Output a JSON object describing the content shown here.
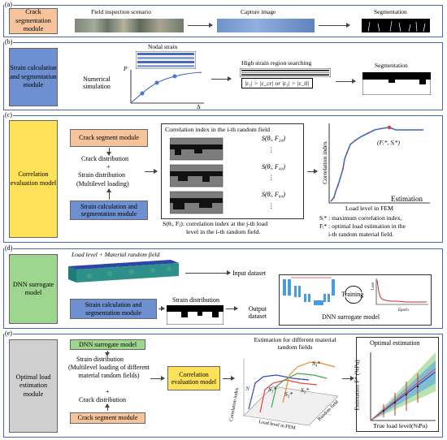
{
  "panels": {
    "a": {
      "label": "(a)",
      "module": "Crack segmentation module",
      "stages": [
        "Field inspection scenario",
        "Capture image",
        "Segmentation"
      ]
    },
    "b": {
      "label": "(b)",
      "module": "Strain calculation and segmentation module",
      "nodal": "Nodal strain",
      "numsim": "Numerical simulation",
      "p_axis": "P",
      "delta_axis": "Δ",
      "search_title": "High strain region searching",
      "search_expr": "|ε₁| > |ε_cr| or |ε₃| > |ε_tl|",
      "seg": "Segmentation"
    },
    "c": {
      "label": "(c)",
      "module": "Correlation evaluation model",
      "crack_box": "Crack segment module",
      "crack_dist": "Crack distribution",
      "plus": "+",
      "strain_dist": "Strain distribution",
      "multi": "(Multilevel loading)",
      "strain_box": "Strain calculation and segmentation module",
      "corr_title": "Correlation index in the i-th random field",
      "s1": "S(θᵢ, F₂₀)",
      "s2": "S(θᵢ, F₄₀)",
      "s3": "S(θᵢ, F₈₀)",
      "dots": "⋮",
      "def1": "S(θᵢ, Fⱼ): correlation index at the j-th load",
      "def2": "level in the i-th random field.",
      "yaxis": "Correlation index",
      "xaxis": "Load level in FEM",
      "estimation": "Estimation",
      "point": "(Fᵢ*, Sᵢ*)",
      "n1": "Sᵢ* : maximum correlation index,",
      "n2": "Fᵢ* : optimal load estimation in the",
      "n3": "i-th random material field."
    },
    "d": {
      "label": "(d)",
      "module": "DNN surrogate model",
      "beam": "Load level + Material random field",
      "input": "Input dataset",
      "training": "Training",
      "strain_box": "Strain calculation and segmentation module",
      "strain_dist": "Strain distribution",
      "output": "Output dataset",
      "dnn": "DNN surrogate model",
      "loss": "Loss",
      "epoch": "Epoch"
    },
    "e": {
      "label": "(e)",
      "module": "Optimal load estimation module",
      "dnn_box": "DNN surrogate model",
      "strain_dist": "Strain distribution",
      "multi": "(Multilevel loading of different material random fields)",
      "plus": "+",
      "crack_dist": "Crack distribution",
      "crack_box": "Crack segment module",
      "corr_box": "Correlation evaluation model",
      "est_title": "Estimation for different material random fields",
      "s4": "S₄*",
      "s1": "S₁*",
      "s2": "S₂*",
      "s3": "S₃*",
      "nlab": "N",
      "corr_ax": "Correlation index",
      "load_ax": "Load level in FEM",
      "rand_ax": "Random field",
      "opt_title": "Optimal estimation",
      "y_ax": "Estimation F* (%Pu)",
      "x_ax": "True load level(%Pu)"
    }
  },
  "colors": {
    "orange": "#f6c49c",
    "blue": "#6f90d0",
    "yellow": "#ffe15a",
    "green": "#9fd68f",
    "gray": "#cfcfcf",
    "frame": "#4a67b5"
  }
}
